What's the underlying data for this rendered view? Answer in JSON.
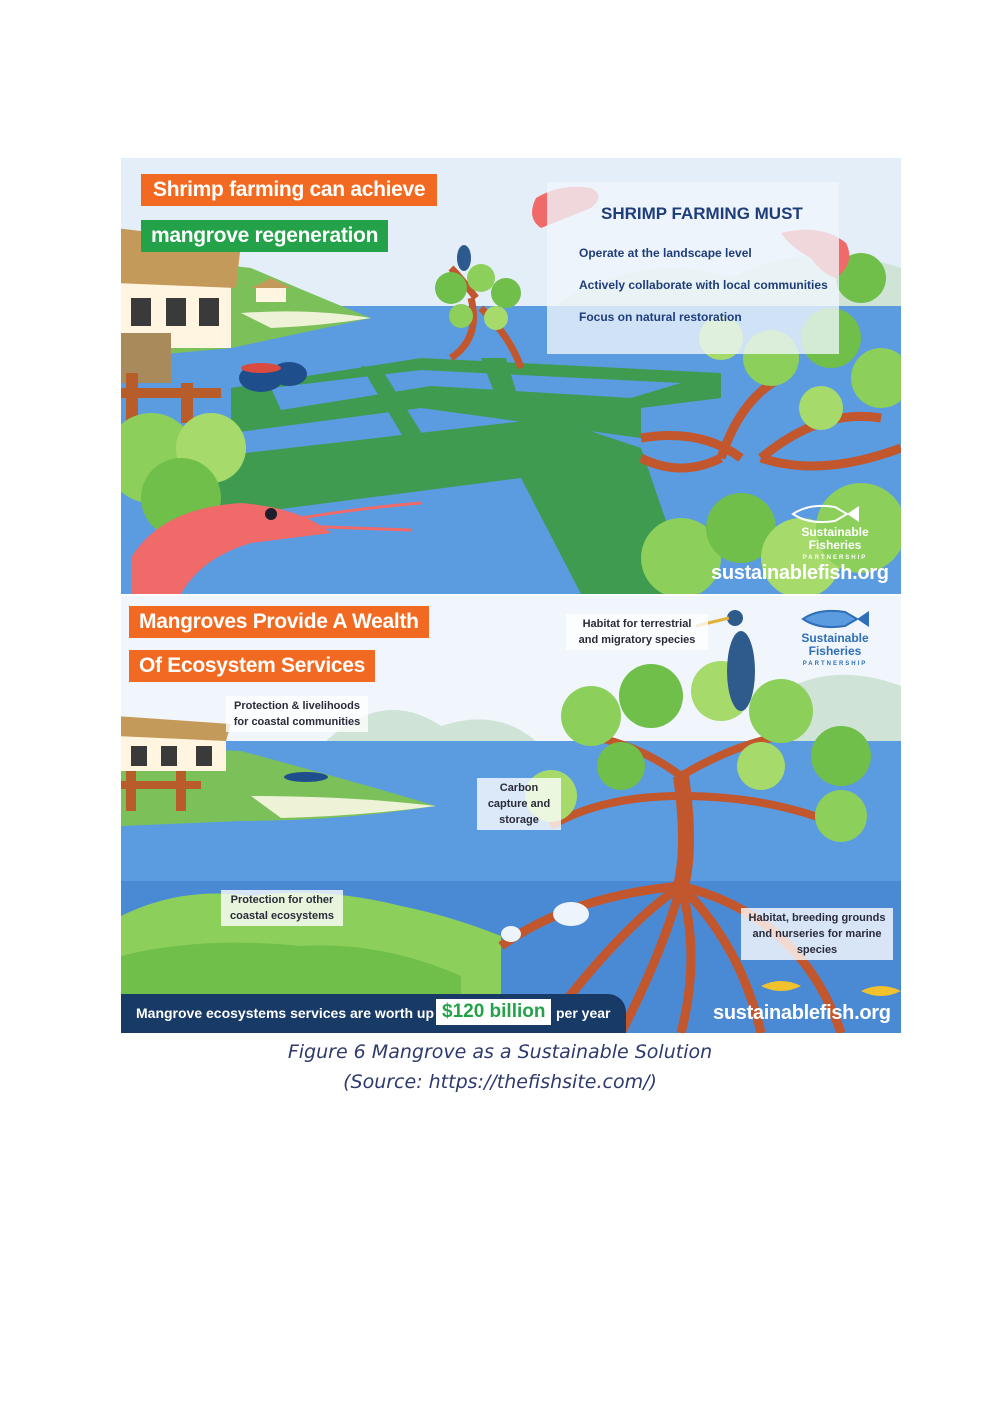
{
  "panel1": {
    "headline_line1": "Shrimp farming can achieve",
    "headline_line2": "mangrove regeneration",
    "must_title": "SHRIMP FARMING MUST",
    "must_items": [
      "Operate at the landscape level",
      "Actively collaborate with local communities",
      "Focus on natural restoration"
    ],
    "logo_name": "Sustainable Fisheries",
    "logo_sub": "PARTNERSHIP",
    "url": "sustainablefish.org"
  },
  "panel2": {
    "headline_line1": "Mangroves Provide A Wealth",
    "headline_line2": "Of Ecosystem Services",
    "labels": {
      "habitat_terrestrial": "Habitat for terrestrial and migratory species",
      "protection_livelihoods": "Protection & livelihoods for coastal communities",
      "carbon": "Carbon capture and storage",
      "protection_other": "Protection for other coastal ecosystems",
      "habitat_marine": "Habitat, breeding grounds and nurseries for marine species"
    },
    "banner_prefix": "Mangrove ecosystems services are worth up to",
    "banner_value": "$120 billion",
    "banner_suffix": "per year",
    "logo_name": "Sustainable Fisheries",
    "logo_sub": "PARTNERSHIP",
    "url": "sustainablefish.org"
  },
  "caption": {
    "line1": "Figure 6 Mangrove as a Sustainable Solution",
    "line2": "(Source: https://thefishsite.com/)"
  },
  "colors": {
    "orange": "#f26a21",
    "green": "#24a24a",
    "water": "#5b9be0",
    "navy": "#173a66",
    "caption": "#2d3a6b"
  }
}
